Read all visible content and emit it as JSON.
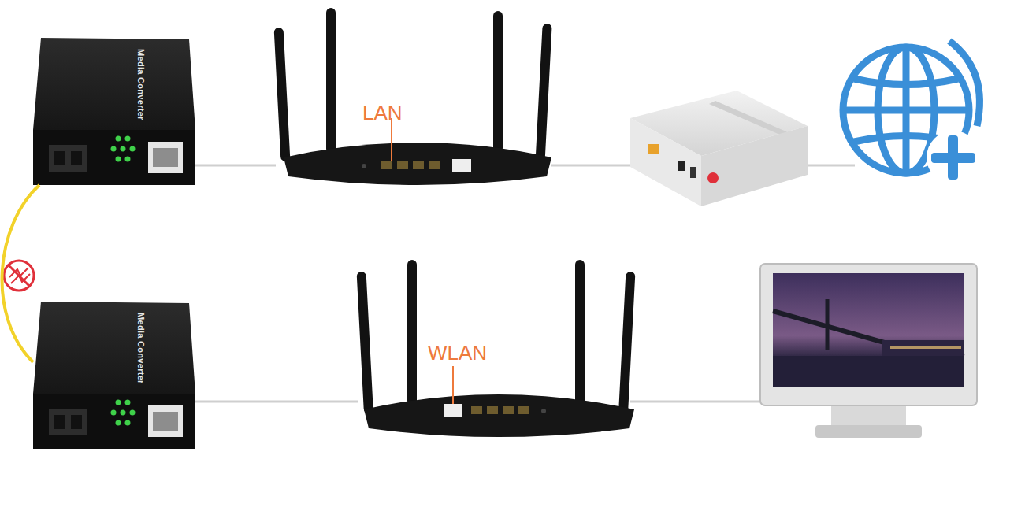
{
  "diagram": {
    "nodes": [
      {
        "text": [
          "Media Converter"
        ]
      },
      {
        "text": [
          "Media Converter"
        ]
      },
      {
        "text": [
          "LAN"
        ]
      },
      {
        "text": [
          "WLAN"
        ]
      }
    ],
    "edges": [
      {
        "from": 0,
        "to": 1,
        "arrow": "none"
      },
      {
        "from": 0,
        "to": 2,
        "arrow": "none"
      },
      {
        "from": 1,
        "to": 3,
        "arrow": "none"
      }
    ]
  }
}
